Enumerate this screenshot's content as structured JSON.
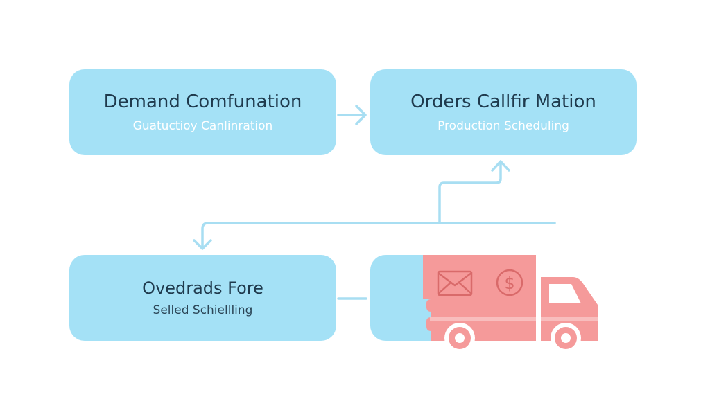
{
  "nodes": {
    "demand": {
      "title": "Demand Comfunation",
      "subtitle": "Guatuctioy Canlinration"
    },
    "orders": {
      "title": "Orders Callfir Mation",
      "subtitle": "Production Scheduling"
    },
    "overdue": {
      "title": "Ovedrads Fore",
      "subtitle": "Selled Schiellling"
    },
    "shipping": {
      "icons": [
        "envelope-icon",
        "dollar-icon",
        "delivery-truck-icon"
      ]
    }
  },
  "colors": {
    "node_fill": "#a4e1f6",
    "connector": "#a8def2",
    "truck": "#f59a9a",
    "text_dark": "#1f3a4d"
  }
}
